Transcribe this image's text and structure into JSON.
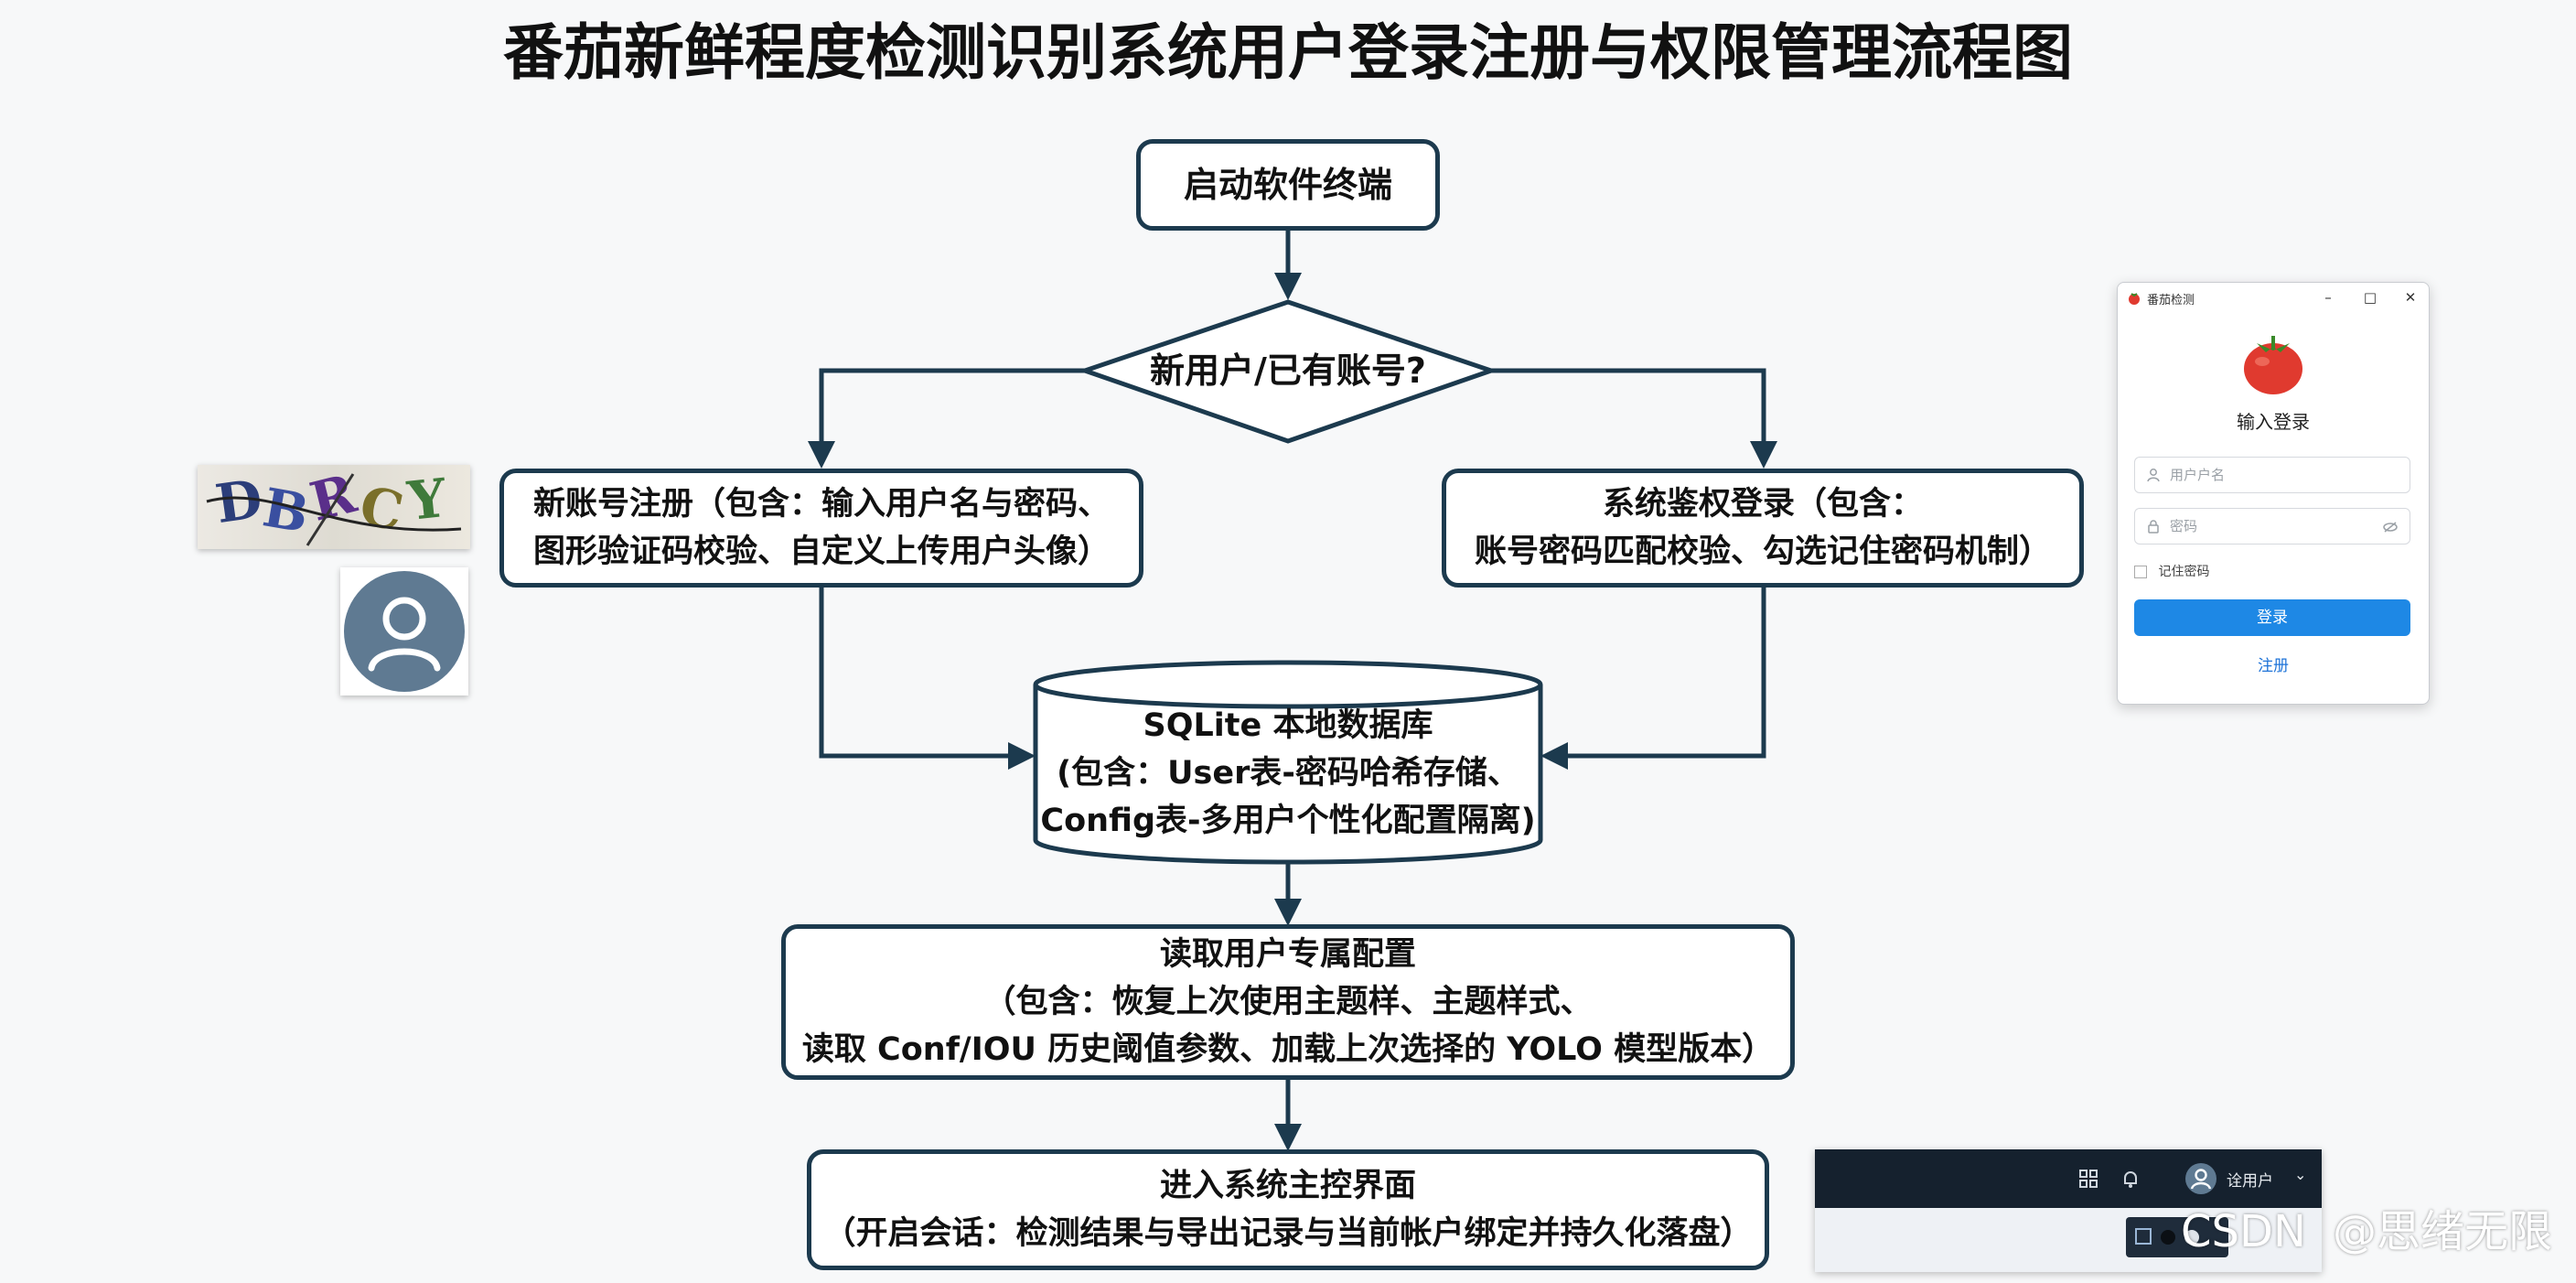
{
  "title": "番茄新鲜程度检测识别系统用户登录注册与权限管理流程图",
  "nodes": {
    "start": "启动软件终端",
    "decision": "新用户/已有账号?",
    "register": [
      "新账号注册（包含：输入用户名与密码、",
      "图形验证码校验、自定义上传用户头像）"
    ],
    "login": [
      "系统鉴权登录（包含：",
      "账号密码匹配校验、勾选记住密码机制）"
    ],
    "database": [
      "SQLite 本地数据库",
      "(包含：User表-密码哈希存储、",
      "Config表-多用户个性化配置隔离)"
    ],
    "config": [
      "读取用户专属配置",
      "（包含：恢复上次使用主题样、主题样式、",
      "读取 Conf/IOU 历史阈值参数、加载上次选择的 YOLO 模型版本）"
    ],
    "main": [
      "进入系统主控界面",
      "（开启会话：检测结果与导出记录与当前帐户绑定并持久化落盘）"
    ]
  },
  "captcha": {
    "text": "DBRCY"
  },
  "login_window": {
    "app_title": "番茄检测",
    "heading": "输入登录",
    "username_placeholder": "用户户名",
    "password_placeholder": "密码",
    "remember_label": "记住密码",
    "login_button": "登录",
    "register_link": "注册"
  },
  "topbar": {
    "user_label": "诠用户"
  },
  "watermark": {
    "brand": "CSDN",
    "author": "@思绪无限"
  },
  "colors": {
    "border": "#1c3a4e",
    "accent": "#1e88e5",
    "tomato": "#e03a2f"
  }
}
